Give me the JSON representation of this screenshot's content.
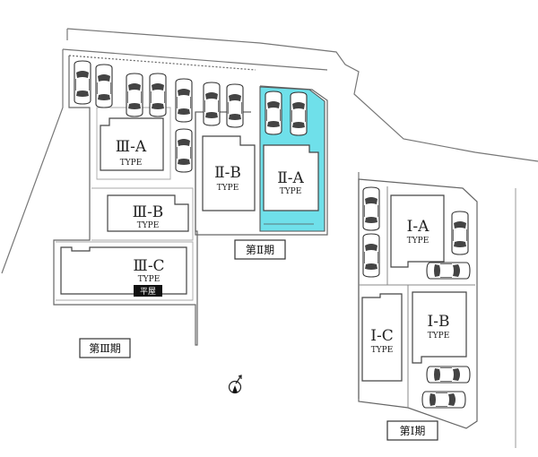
{
  "colors": {
    "line": "#555555",
    "thin": "#9a9a9a",
    "highlight": "#6fe0ea",
    "badge_bg": "#111111",
    "badge_text": "#ffffff"
  },
  "lots": {
    "3a": {
      "name": "Ⅲ-A",
      "type": "TYPE"
    },
    "3b": {
      "name": "Ⅲ-B",
      "type": "TYPE"
    },
    "3c": {
      "name": "Ⅲ-C",
      "type": "TYPE",
      "badge": "平屋"
    },
    "2b": {
      "name": "Ⅱ-B",
      "type": "TYPE"
    },
    "2a": {
      "name": "Ⅱ-A",
      "type": "TYPE"
    },
    "1a": {
      "name": "Ⅰ-A",
      "type": "TYPE"
    },
    "1b": {
      "name": "Ⅰ-B",
      "type": "TYPE"
    },
    "1c": {
      "name": "Ⅰ-C",
      "type": "TYPE"
    }
  },
  "phases": {
    "p1": "第Ⅰ期",
    "p2": "第Ⅱ期",
    "p3": "第Ⅲ期"
  },
  "compass_icon": "north-arrow-icon"
}
